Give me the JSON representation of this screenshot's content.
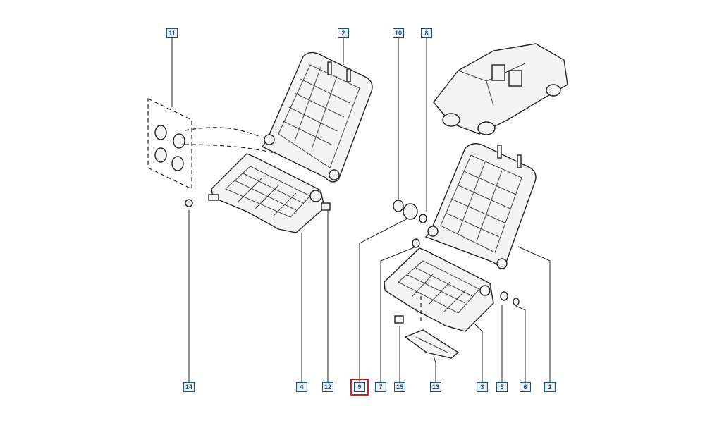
{
  "callouts": [
    {
      "id": "c11",
      "label": "11",
      "highlighted": false
    },
    {
      "id": "c2",
      "label": "2",
      "highlighted": false
    },
    {
      "id": "c10",
      "label": "10",
      "highlighted": false
    },
    {
      "id": "c8",
      "label": "8",
      "highlighted": false
    },
    {
      "id": "c14",
      "label": "14",
      "highlighted": false
    },
    {
      "id": "c4",
      "label": "4",
      "highlighted": false
    },
    {
      "id": "c12",
      "label": "12",
      "highlighted": false
    },
    {
      "id": "c9",
      "label": "9",
      "highlighted": true
    },
    {
      "id": "c7",
      "label": "7",
      "highlighted": false
    },
    {
      "id": "c15",
      "label": "15",
      "highlighted": false
    },
    {
      "id": "c13",
      "label": "13",
      "highlighted": false
    },
    {
      "id": "c3",
      "label": "3",
      "highlighted": false
    },
    {
      "id": "c5",
      "label": "5",
      "highlighted": false
    },
    {
      "id": "c6",
      "label": "6",
      "highlighted": false
    },
    {
      "id": "c1",
      "label": "1",
      "highlighted": false
    }
  ],
  "colors": {
    "callout_border": "#1d4f7a",
    "highlight": "#e0161b",
    "linework": "#222222"
  }
}
